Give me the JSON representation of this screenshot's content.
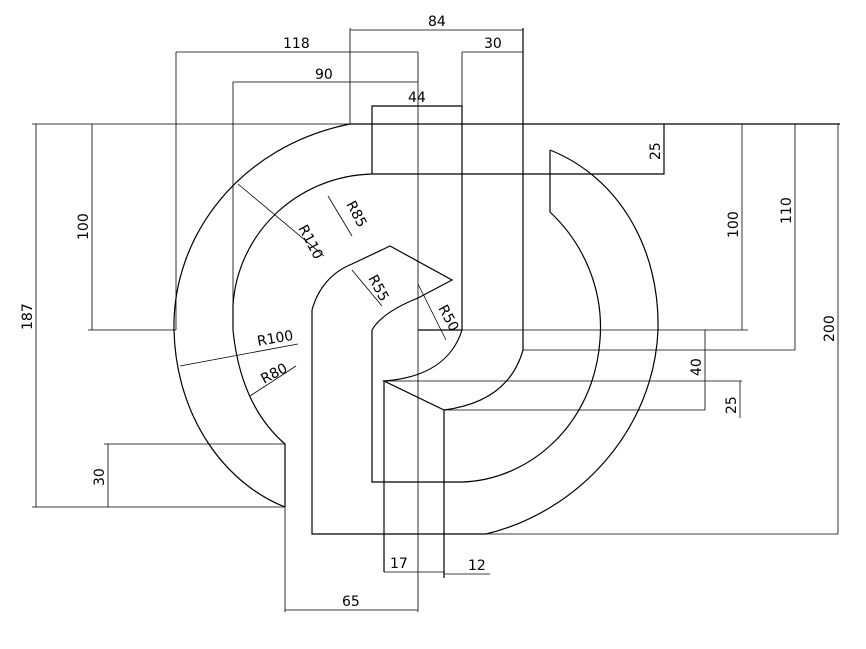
{
  "colors": {
    "background": "#ffffff",
    "ink": "#000000"
  },
  "dimensions": {
    "top_84": "84",
    "top_118": "118",
    "top_30": "30",
    "top_90": "90",
    "top_44": "44",
    "right_25_top": "25",
    "left_187": "187",
    "left_100": "100",
    "left_30": "30",
    "right_100": "100",
    "right_110": "110",
    "right_200": "200",
    "right_40": "40",
    "right_25_bottom": "25",
    "bottom_17": "17",
    "bottom_12": "12",
    "bottom_65": "65"
  },
  "radii": {
    "r110": "R110",
    "r85": "R85",
    "r55": "R55",
    "r50": "R50",
    "r100": "R100",
    "r80": "R80"
  }
}
